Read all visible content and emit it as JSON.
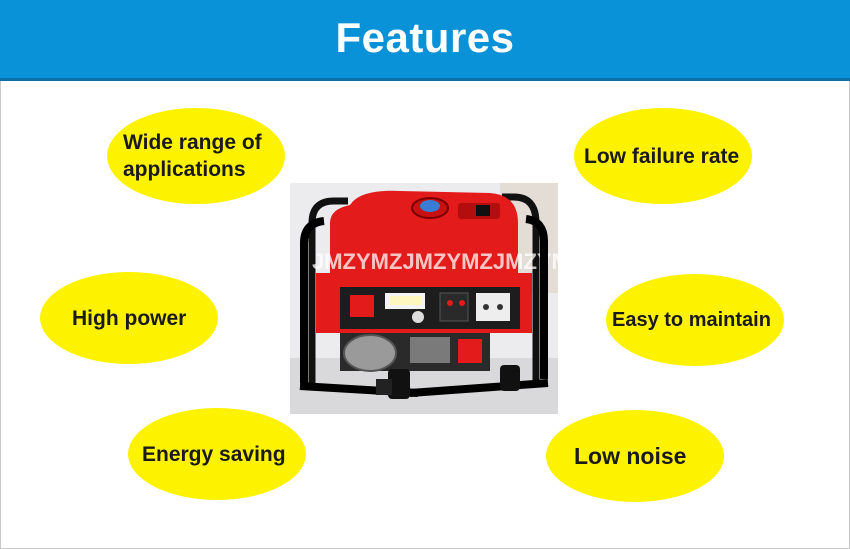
{
  "header": {
    "title": "Features"
  },
  "features": {
    "f1": "Wide range of\napplications",
    "f2": "Low failure rate",
    "f3": "High power",
    "f4": "Easy to maintain",
    "f5": "Energy saving",
    "f6": "Low noise"
  },
  "photo": {
    "watermark": "JMZYMZJMZYMZJMZYM"
  },
  "colors": {
    "header": "#0a92d8",
    "bubble": "#fdf200",
    "generator": "#e31b1b"
  }
}
